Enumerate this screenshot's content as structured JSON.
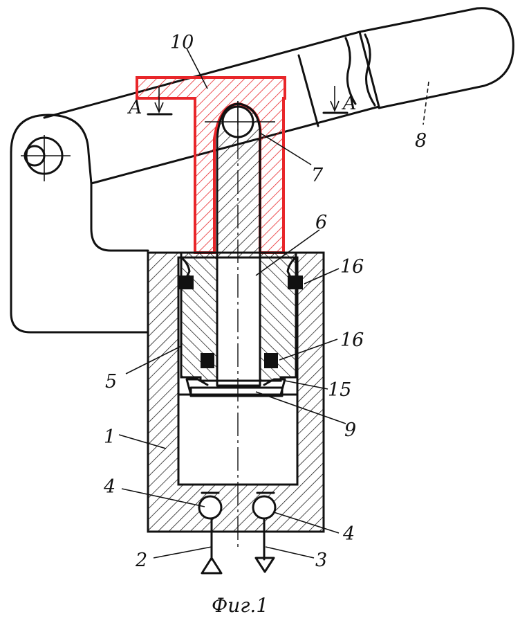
{
  "colors": {
    "highlight": "#e8262a",
    "ink": "#111111",
    "seal": "#111111"
  },
  "labels": {
    "l1": "1",
    "l2": "2",
    "l3": "3",
    "l4a": "4",
    "l4b": "4",
    "l5": "5",
    "l6": "6",
    "l7": "7",
    "l8": "8",
    "l9": "9",
    "l10": "10",
    "l15": "15",
    "l16a": "16",
    "l16b": "16",
    "sectionA1": "A",
    "sectionA2": "A"
  },
  "caption": "Фиг.1"
}
